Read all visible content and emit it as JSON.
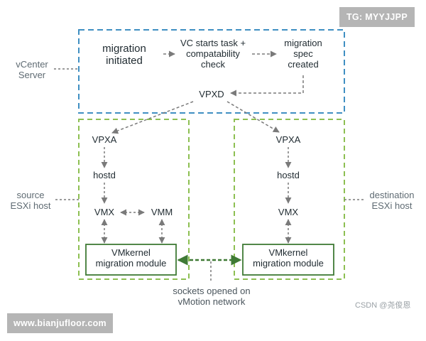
{
  "badges": {
    "top_right": "TG: MYYJJPP",
    "bottom_left": "www.bianjufloor.com"
  },
  "side_labels": {
    "vcenter": "vCenter\nServer",
    "source": "source\nESXi host",
    "destination": "destination\nESXi host"
  },
  "vcenter_nodes": {
    "migration_initiated": "migration\ninitiated",
    "vc_task": "VC starts task +\ncompatability\ncheck",
    "migration_spec": "migration\nspec\ncreated",
    "vpxd": "VPXD"
  },
  "source_nodes": {
    "vpxa": "VPXA",
    "hostd": "hostd",
    "vmx": "VMX",
    "vmm": "VMM",
    "vmkernel": "VMkernel\nmigration module"
  },
  "destination_nodes": {
    "vpxa": "VPXA",
    "hostd": "hostd",
    "vmx": "VMX",
    "vmkernel": "VMkernel\nmigration module"
  },
  "network_label": "sockets opened on\nvMotion network",
  "credit": "CSDN @尧俊恩",
  "colors": {
    "vcenter_box": "#3f8fc2",
    "host_box": "#8dbf52",
    "module_border": "#3f7a35",
    "arrow": "#7a7a7a",
    "network_arrow": "#3f7a35"
  }
}
